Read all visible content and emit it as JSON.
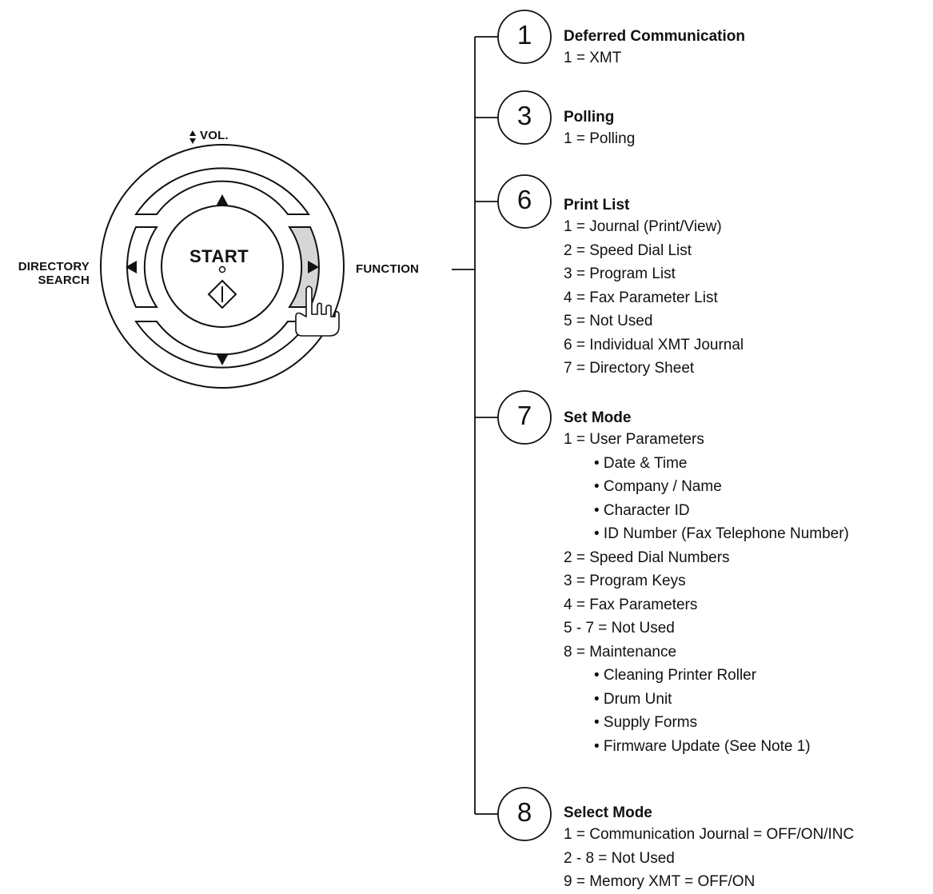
{
  "control_panel": {
    "vol_label": "VOL.",
    "directory_label_1": "DIRECTORY",
    "directory_label_2": "SEARCH",
    "start_label": "START",
    "function_label": "FUNCTION"
  },
  "menus": [
    {
      "number": "1",
      "title": "Deferred Communication",
      "items": [
        {
          "text": "1 = XMT",
          "sub": false
        }
      ]
    },
    {
      "number": "3",
      "title": "Polling",
      "items": [
        {
          "text": "1 = Polling",
          "sub": false
        }
      ]
    },
    {
      "number": "6",
      "title": "Print List",
      "items": [
        {
          "text": "1 = Journal (Print/View)",
          "sub": false
        },
        {
          "text": "2 = Speed Dial List",
          "sub": false
        },
        {
          "text": "3 = Program List",
          "sub": false
        },
        {
          "text": "4 = Fax Parameter List",
          "sub": false
        },
        {
          "text": "5 = Not Used",
          "sub": false
        },
        {
          "text": "6 = Individual XMT Journal",
          "sub": false
        },
        {
          "text": "7 = Directory Sheet",
          "sub": false
        }
      ]
    },
    {
      "number": "7",
      "title": "Set Mode",
      "items": [
        {
          "text": "1 = User Parameters",
          "sub": false
        },
        {
          "text": "• Date & Time",
          "sub": true
        },
        {
          "text": "• Company / Name",
          "sub": true
        },
        {
          "text": "• Character ID",
          "sub": true
        },
        {
          "text": "• ID Number (Fax Telephone Number)",
          "sub": true
        },
        {
          "text": "2 = Speed Dial Numbers",
          "sub": false
        },
        {
          "text": "3 = Program Keys",
          "sub": false
        },
        {
          "text": "4 = Fax Parameters",
          "sub": false
        },
        {
          "text": "5 - 7 = Not Used",
          "sub": false
        },
        {
          "text": "8 = Maintenance",
          "sub": false
        },
        {
          "text": "• Cleaning Printer Roller",
          "sub": true
        },
        {
          "text": "• Drum Unit",
          "sub": true
        },
        {
          "text": "• Supply Forms",
          "sub": true
        },
        {
          "text": "• Firmware Update (See Note 1)",
          "sub": true
        }
      ]
    },
    {
      "number": "8",
      "title": "Select Mode",
      "items": [
        {
          "text": "1 = Communication Journal = OFF/ON/INC",
          "sub": false
        },
        {
          "text": "2 - 8 = Not Used",
          "sub": false
        },
        {
          "text": "9 = Memory XMT = OFF/ON",
          "sub": false
        }
      ]
    }
  ]
}
